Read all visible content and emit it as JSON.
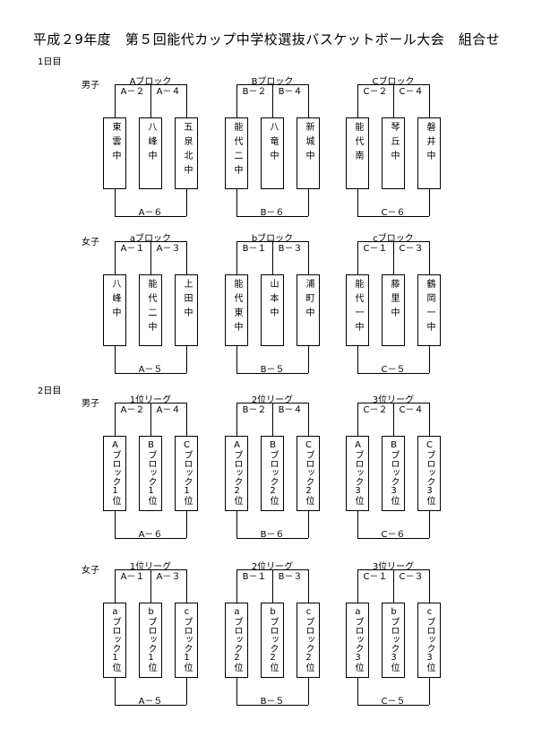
{
  "title": "平成２9年度　第５回能代カップ中学校選抜バスケットボール大会　組合せ",
  "days": [
    {
      "label": "1日目",
      "groups": [
        {
          "label": "男子",
          "blocks": [
            {
              "name": "Aブロック",
              "left_match": "A－２",
              "right_match": "A－４",
              "bottom_match": "A－６",
              "teams": [
                "東雲中",
                "八峰中",
                "五泉北中"
              ]
            },
            {
              "name": "Bブロック",
              "left_match": "B－２",
              "right_match": "B－４",
              "bottom_match": "B－６",
              "teams": [
                "能代二中",
                "八竜中",
                "新城中"
              ]
            },
            {
              "name": "Cブロック",
              "left_match": "C－２",
              "right_match": "C－４",
              "bottom_match": "C－６",
              "teams": [
                "能代南",
                "琴丘中",
                "磐井中"
              ]
            }
          ]
        },
        {
          "label": "女子",
          "blocks": [
            {
              "name": "aブロック",
              "left_match": "A－１",
              "right_match": "A－３",
              "bottom_match": "A－５",
              "teams": [
                "八峰中",
                "能代二中",
                "上田中"
              ]
            },
            {
              "name": "bブロック",
              "left_match": "B－１",
              "right_match": "B－３",
              "bottom_match": "B－５",
              "teams": [
                "能代東中",
                "山本中",
                "浦町中"
              ]
            },
            {
              "name": "cブロック",
              "left_match": "C－１",
              "right_match": "C－３",
              "bottom_match": "C－５",
              "teams": [
                "能代一中",
                "藤里中",
                "鶴岡一中"
              ]
            }
          ]
        }
      ]
    },
    {
      "label": "2日目",
      "groups": [
        {
          "label": "男子",
          "blocks": [
            {
              "name": "1位リーグ",
              "left_match": "A－２",
              "right_match": "A－４",
              "bottom_match": "A－６",
              "teams": [
                "Aブロック1位",
                "Bブロック1位",
                "Cブロック1位"
              ]
            },
            {
              "name": "2位リーグ",
              "left_match": "B－２",
              "right_match": "B－４",
              "bottom_match": "B－６",
              "teams": [
                "Aブロック2位",
                "Bブロック2位",
                "Cブロック2位"
              ]
            },
            {
              "name": "3位リーグ",
              "left_match": "C－２",
              "right_match": "C－４",
              "bottom_match": "C－６",
              "teams": [
                "Aブロック3位",
                "Bブロック3位",
                "Cブロック3位"
              ]
            }
          ]
        },
        {
          "label": "女子",
          "blocks": [
            {
              "name": "1位リーグ",
              "left_match": "A－１",
              "right_match": "A－３",
              "bottom_match": "A－５",
              "teams": [
                "aブロック1位",
                "bブロック1位",
                "cブロック1位"
              ]
            },
            {
              "name": "2位リーグ",
              "left_match": "B－１",
              "right_match": "B－３",
              "bottom_match": "B－５",
              "teams": [
                "aブロック2位",
                "bブロック2位",
                "cブロック2位"
              ]
            },
            {
              "name": "3位リーグ",
              "left_match": "C－１",
              "right_match": "C－３",
              "bottom_match": "C－５",
              "teams": [
                "aブロック3位",
                "bブロック3位",
                "cブロック3位"
              ]
            }
          ]
        }
      ]
    }
  ]
}
